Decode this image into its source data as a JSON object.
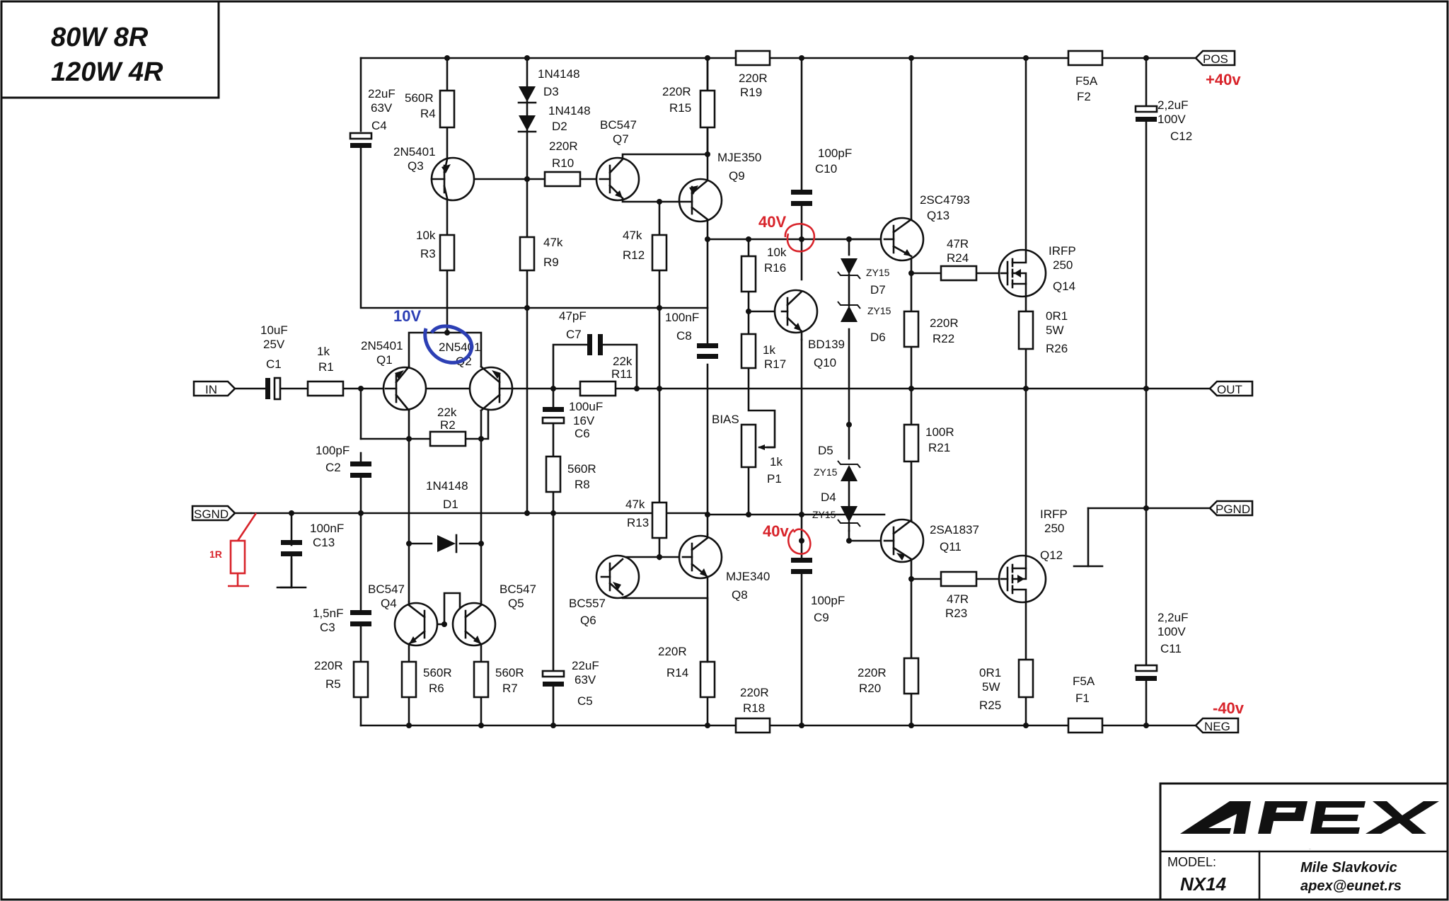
{
  "title_block": {
    "power_line1": "80W 8R",
    "power_line2": "120W 4R",
    "logo_text": "APEX",
    "model_label": "MODEL:",
    "model_value": "NX14",
    "author": "Mile Slavkovic",
    "email": "apex@eunet.rs"
  },
  "ports": {
    "in": "IN",
    "out": "OUT",
    "sgnd": "SGND",
    "pgnd": "PGND",
    "pos": "POS",
    "neg": "NEG"
  },
  "annotations": {
    "pos_voltage": "+40v",
    "neg_voltage": "-40v",
    "node_top": "40V",
    "node_bottom": "40v",
    "node_ltp": "10V",
    "sgnd_resistor": "1R"
  },
  "colors": {
    "annotation_red": "#d8232a",
    "annotation_blue": "#2c3fb4",
    "ink": "#111111"
  },
  "components": {
    "C1": {
      "value": "10uF",
      "value2": "25V",
      "ref": "C1"
    },
    "R1": {
      "value": "1k",
      "ref": "R1"
    },
    "Q1": {
      "value": "2N5401",
      "ref": "Q1"
    },
    "Q2": {
      "value": "2N5401",
      "ref": "Q2"
    },
    "R2": {
      "value": "22k",
      "ref": "R2"
    },
    "C2": {
      "value": "100pF",
      "ref": "C2"
    },
    "C13": {
      "value": "100nF",
      "ref": "C13"
    },
    "D1": {
      "value": "1N4148",
      "ref": "D1"
    },
    "C3": {
      "value": "1,5nF",
      "ref": "C3"
    },
    "R5": {
      "value": "220R",
      "ref": "R5"
    },
    "Q4": {
      "value": "BC547",
      "ref": "Q4"
    },
    "Q5": {
      "value": "BC547",
      "ref": "Q5"
    },
    "R6": {
      "value": "560R",
      "ref": "R6"
    },
    "R7": {
      "value": "560R",
      "ref": "R7"
    },
    "C4": {
      "value": "22uF",
      "value2": "63V",
      "ref": "C4"
    },
    "R4": {
      "value": "560R",
      "ref": "R4"
    },
    "Q3": {
      "value": "2N5401",
      "ref": "Q3"
    },
    "R3": {
      "value": "10k",
      "ref": "R3"
    },
    "D3": {
      "value": "1N4148",
      "ref": "D3"
    },
    "D2": {
      "value": "1N4148",
      "ref": "D2"
    },
    "R9": {
      "value": "47k",
      "ref": "R9"
    },
    "R10": {
      "value": "220R",
      "ref": "R10"
    },
    "Q7": {
      "value": "BC547",
      "ref": "Q7"
    },
    "R12": {
      "value": "47k",
      "ref": "R12"
    },
    "C7": {
      "value": "47pF",
      "ref": "C7"
    },
    "R11": {
      "value": "22k",
      "ref": "R11"
    },
    "C6": {
      "value": "100uF",
      "value2": "16V",
      "ref": "C6"
    },
    "R8": {
      "value": "560R",
      "ref": "R8"
    },
    "C5": {
      "value": "22uF",
      "value2": "63V",
      "ref": "C5"
    },
    "R15": {
      "value": "220R",
      "ref": "R15"
    },
    "Q9": {
      "value": "MJE350",
      "ref": "Q9"
    },
    "C8": {
      "value": "100nF",
      "ref": "C8"
    },
    "R13": {
      "value": "47k",
      "ref": "R13"
    },
    "Q6": {
      "value": "BC557",
      "ref": "Q6"
    },
    "Q8": {
      "value": "MJE340",
      "ref": "Q8"
    },
    "R14": {
      "value": "220R",
      "ref": "R14"
    },
    "R19": {
      "value": "220R",
      "ref": "R19"
    },
    "R18": {
      "value": "220R",
      "ref": "R18"
    },
    "C10": {
      "value": "100pF",
      "ref": "C10"
    },
    "R16": {
      "value": "10k",
      "ref": "R16"
    },
    "Q10": {
      "value": "BD139",
      "ref": "Q10"
    },
    "R17": {
      "value": "1k",
      "ref": "R17"
    },
    "P1": {
      "value": "1k",
      "ref": "P1",
      "name": "BIAS"
    },
    "C9": {
      "value": "100pF",
      "ref": "C9"
    },
    "D7": {
      "value": "ZY15",
      "ref": "D7"
    },
    "D6": {
      "value": "ZY15",
      "ref": "D6"
    },
    "D5": {
      "value": "ZY15",
      "ref": "D5"
    },
    "D4": {
      "value": "ZY15",
      "ref": "D4"
    },
    "Q13": {
      "value": "2SC4793",
      "ref": "Q13"
    },
    "Q11": {
      "value": "2SA1837",
      "ref": "Q11"
    },
    "R22": {
      "value": "220R",
      "ref": "R22"
    },
    "R21": {
      "value": "100R",
      "ref": "R21"
    },
    "R20": {
      "value": "220R",
      "ref": "R20"
    },
    "R24": {
      "value": "47R",
      "ref": "R24"
    },
    "R23": {
      "value": "47R",
      "ref": "R23"
    },
    "Q14": {
      "value": "IRFP",
      "value2": "250",
      "ref": "Q14"
    },
    "Q12": {
      "value": "IRFP",
      "value2": "250",
      "ref": "Q12"
    },
    "R26": {
      "value": "0R1",
      "value2": "5W",
      "ref": "R26"
    },
    "R25": {
      "value": "0R1",
      "value2": "5W",
      "ref": "R25"
    },
    "F2": {
      "value": "F5A",
      "ref": "F2"
    },
    "F1": {
      "value": "F5A",
      "ref": "F1"
    },
    "C12": {
      "value": "2,2uF",
      "value2": "100V",
      "ref": "C12"
    },
    "C11": {
      "value": "2,2uF",
      "value2": "100V",
      "ref": "C11"
    }
  }
}
